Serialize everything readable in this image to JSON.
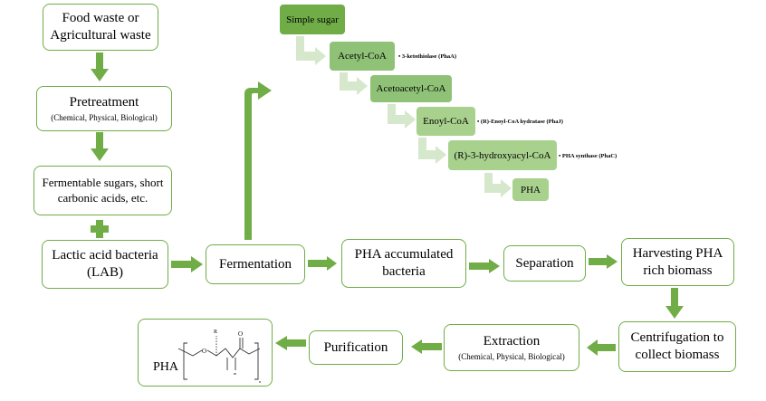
{
  "boxes": {
    "food_waste": "Food waste or Agricultural waste",
    "pretreatment": "Pretreatment",
    "pretreatment_sub": "(Chemical, Physical, Biological)",
    "fermentable": "Fermentable sugars, short carbonic acids, etc.",
    "lab": "Lactic acid bacteria (LAB)",
    "fermentation": "Fermentation",
    "pha_accumulated": "PHA accumulated bacteria",
    "separation": "Separation",
    "harvesting": "Harvesting PHA rich biomass",
    "centrifugation": "Centrifugation to collect biomass",
    "extraction": "Extraction",
    "extraction_sub": "(Chemical, Physical, Biological)",
    "purification": "Purification",
    "pha_final": "PHA"
  },
  "pathway": {
    "simple_sugar": "Simple sugar",
    "acetyl_coa": "Acetyl-CoA",
    "acetoacetyl_coa": "Acetoacetyl-CoA",
    "enoyl_coa": "Enoyl-CoA",
    "hydroxyacyl_coa": "(R)-3-hydroxyacyl-CoA",
    "pha": "PHA"
  },
  "enzymes": {
    "phaA": "• 3-ketothiolase (PhaA)",
    "phaJ": "• (R)-Enoyl-CoA hydratase (PhaJ)",
    "phaC": "• PHA synthase (PhaC)"
  },
  "structure": {
    "r_label": "R",
    "o_label": "O",
    "m_label": "m",
    "n_label": "n"
  },
  "colors": {
    "border": "#70ad47",
    "arrow": "#70ad47",
    "pathway_dark": "#70ad47",
    "pathway_mid": "#8fc277",
    "pathway_light": "#a9d18e",
    "step_arrow": "#d5e8cb"
  }
}
